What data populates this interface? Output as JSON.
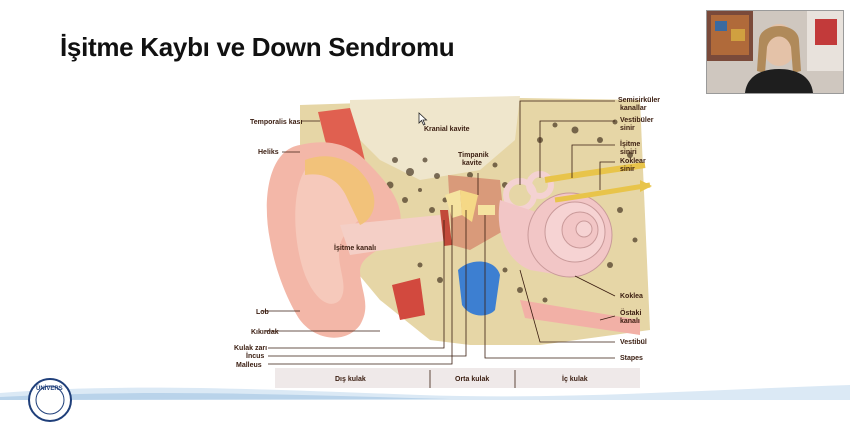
{
  "slide": {
    "title": "İşitme Kaybı ve Down Sendromu"
  },
  "diagram": {
    "labels_left": {
      "temporalis": "Temporalis kası",
      "heliks": "Heliks",
      "lob": "Lob",
      "kikirdak": "Kıkırdak",
      "kulak_zari": "Kulak zarı",
      "incus": "İncus",
      "malleus": "Malleus"
    },
    "labels_center": {
      "kranial": "Kranial kavite",
      "timpanik_1": "Timpanik",
      "timpanik_2": "kavite",
      "isitme_kanali": "İşitme kanalı"
    },
    "labels_right": {
      "semisirkuler_1": "Semisirküler",
      "semisirkuler_2": "kanallar",
      "vestibuler_1": "Vestibüler",
      "vestibuler_2": "sinir",
      "isitme_siniri_1": "İşitme",
      "isitme_siniri_2": "siniri",
      "koklear_1": "Koklear",
      "koklear_2": "sinir",
      "koklea": "Koklea",
      "ostaki_1": "Östaki",
      "ostaki_2": "kanalı",
      "vestibul": "Vestibül",
      "stapes": "Stapes"
    },
    "captions": {
      "dis": "Dış kulak",
      "orta": "Orta kulak",
      "ic": "İç kulak"
    }
  },
  "logo": {
    "text": "ÜNİVERS"
  },
  "colors": {
    "skin": "#f3b7a8",
    "bone": "#e6d6a6",
    "cochlea": "#f2c6c6",
    "nerve": "#e8c44a",
    "eustachian": "#3d7fd1"
  }
}
